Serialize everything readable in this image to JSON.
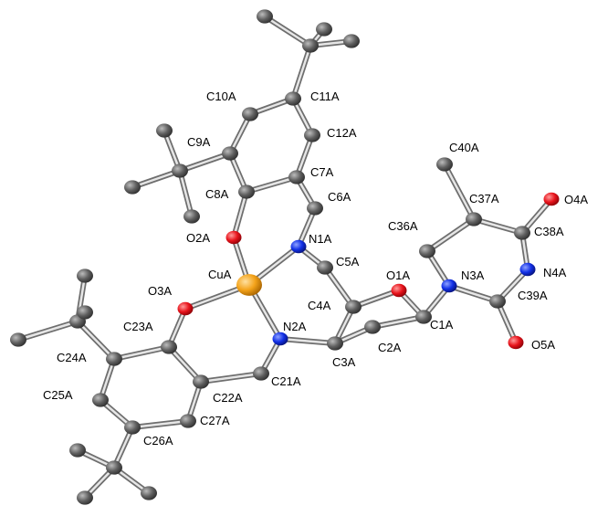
{
  "colors": {
    "background": "#ffffff",
    "carbon": "#606060",
    "oxygen": "#e8141c",
    "nitrogen": "#1230e6",
    "copper": "#f4a31a",
    "bond": "#8c8c8c",
    "label": "#000000"
  },
  "atoms": [
    {
      "id": "CuA",
      "element": "Cu",
      "label": "CuA"
    },
    {
      "id": "O2A",
      "element": "O",
      "label": "O2A"
    },
    {
      "id": "O3A",
      "element": "O",
      "label": "O3A"
    },
    {
      "id": "N1A",
      "element": "N",
      "label": "N1A"
    },
    {
      "id": "N2A",
      "element": "N",
      "label": "N2A"
    },
    {
      "id": "C6A",
      "element": "C",
      "label": "C6A"
    },
    {
      "id": "C7A",
      "element": "C",
      "label": "C7A"
    },
    {
      "id": "C8A",
      "element": "C",
      "label": "C8A"
    },
    {
      "id": "C9A",
      "element": "C",
      "label": "C9A"
    },
    {
      "id": "C10A",
      "element": "C",
      "label": "C10A"
    },
    {
      "id": "C11A",
      "element": "C",
      "label": "C11A"
    },
    {
      "id": "C12A",
      "element": "C",
      "label": "C12A"
    },
    {
      "id": "C5A",
      "element": "C",
      "label": "C5A"
    },
    {
      "id": "C4A",
      "element": "C",
      "label": "C4A"
    },
    {
      "id": "C3A",
      "element": "C",
      "label": "C3A"
    },
    {
      "id": "C2A",
      "element": "C",
      "label": "C2A"
    },
    {
      "id": "C1A",
      "element": "C",
      "label": "C1A"
    },
    {
      "id": "O1A",
      "element": "O",
      "label": "O1A"
    },
    {
      "id": "N3A",
      "element": "N",
      "label": "N3A"
    },
    {
      "id": "C36A",
      "element": "C",
      "label": "C36A"
    },
    {
      "id": "C37A",
      "element": "C",
      "label": "C37A"
    },
    {
      "id": "C40A",
      "element": "C",
      "label": "C40A"
    },
    {
      "id": "C38A",
      "element": "C",
      "label": "C38A"
    },
    {
      "id": "O4A",
      "element": "O",
      "label": "O4A"
    },
    {
      "id": "N4A",
      "element": "N",
      "label": "N4A"
    },
    {
      "id": "C39A",
      "element": "C",
      "label": "C39A"
    },
    {
      "id": "O5A",
      "element": "O",
      "label": "O5A"
    },
    {
      "id": "C21A",
      "element": "C",
      "label": "C21A"
    },
    {
      "id": "C22A",
      "element": "C",
      "label": "C22A"
    },
    {
      "id": "C23A",
      "element": "C",
      "label": "C23A"
    },
    {
      "id": "C24A",
      "element": "C",
      "label": "C24A"
    },
    {
      "id": "C25A",
      "element": "C",
      "label": "C25A"
    },
    {
      "id": "C26A",
      "element": "C",
      "label": "C26A"
    },
    {
      "id": "C27A",
      "element": "C",
      "label": "C27A"
    },
    {
      "id": "tbuA_q",
      "element": "C",
      "label": ""
    },
    {
      "id": "tbuA_m1",
      "element": "C",
      "label": ""
    },
    {
      "id": "tbuA_m2",
      "element": "C",
      "label": ""
    },
    {
      "id": "tbuA_m3",
      "element": "C",
      "label": ""
    },
    {
      "id": "tbuB_q",
      "element": "C",
      "label": ""
    },
    {
      "id": "tbuB_m1",
      "element": "C",
      "label": ""
    },
    {
      "id": "tbuB_m2",
      "element": "C",
      "label": ""
    },
    {
      "id": "tbuB_m3",
      "element": "C",
      "label": ""
    },
    {
      "id": "tbuC_q",
      "element": "C",
      "label": ""
    },
    {
      "id": "tbuC_m1",
      "element": "C",
      "label": ""
    },
    {
      "id": "tbuC_m2",
      "element": "C",
      "label": ""
    },
    {
      "id": "tbuC_m3",
      "element": "C",
      "label": ""
    },
    {
      "id": "tbuD_q",
      "element": "C",
      "label": ""
    },
    {
      "id": "tbuD_m1",
      "element": "C",
      "label": ""
    },
    {
      "id": "tbuD_m2",
      "element": "C",
      "label": ""
    },
    {
      "id": "tbuD_m3",
      "element": "C",
      "label": ""
    }
  ],
  "bonds": [
    [
      "CuA",
      "O2A"
    ],
    [
      "CuA",
      "O3A"
    ],
    [
      "CuA",
      "N1A"
    ],
    [
      "CuA",
      "N2A"
    ],
    [
      "O2A",
      "C8A"
    ],
    [
      "C8A",
      "C7A"
    ],
    [
      "C8A",
      "C9A"
    ],
    [
      "C9A",
      "C10A"
    ],
    [
      "C10A",
      "C11A"
    ],
    [
      "C11A",
      "C12A"
    ],
    [
      "C12A",
      "C7A"
    ],
    [
      "C7A",
      "C6A"
    ],
    [
      "C6A",
      "N1A"
    ],
    [
      "N1A",
      "C5A"
    ],
    [
      "C5A",
      "C4A"
    ],
    [
      "C4A",
      "C3A"
    ],
    [
      "C4A",
      "O1A"
    ],
    [
      "O1A",
      "C1A"
    ],
    [
      "C1A",
      "C2A"
    ],
    [
      "C2A",
      "C3A"
    ],
    [
      "C3A",
      "N2A"
    ],
    [
      "C1A",
      "N3A"
    ],
    [
      "N3A",
      "C36A"
    ],
    [
      "C36A",
      "C37A"
    ],
    [
      "C37A",
      "C40A"
    ],
    [
      "C37A",
      "C38A"
    ],
    [
      "C38A",
      "O4A"
    ],
    [
      "C38A",
      "N4A"
    ],
    [
      "N4A",
      "C39A"
    ],
    [
      "C39A",
      "N3A"
    ],
    [
      "C39A",
      "O5A"
    ],
    [
      "N2A",
      "C21A"
    ],
    [
      "C21A",
      "C22A"
    ],
    [
      "C22A",
      "C23A"
    ],
    [
      "C23A",
      "O3A"
    ],
    [
      "C23A",
      "C24A"
    ],
    [
      "C24A",
      "C25A"
    ],
    [
      "C25A",
      "C26A"
    ],
    [
      "C26A",
      "C27A"
    ],
    [
      "C27A",
      "C22A"
    ],
    [
      "C11A",
      "tbuA_q"
    ],
    [
      "tbuA_q",
      "tbuA_m1"
    ],
    [
      "tbuA_q",
      "tbuA_m2"
    ],
    [
      "tbuA_q",
      "tbuA_m3"
    ],
    [
      "C9A",
      "tbuB_q"
    ],
    [
      "tbuB_q",
      "tbuB_m1"
    ],
    [
      "tbuB_q",
      "tbuB_m2"
    ],
    [
      "tbuB_q",
      "tbuB_m3"
    ],
    [
      "C24A",
      "tbuC_q"
    ],
    [
      "tbuC_q",
      "tbuC_m1"
    ],
    [
      "tbuC_q",
      "tbuC_m2"
    ],
    [
      "tbuC_q",
      "tbuC_m3"
    ],
    [
      "C26A",
      "tbuD_q"
    ],
    [
      "tbuD_q",
      "tbuD_m1"
    ],
    [
      "tbuD_q",
      "tbuD_m2"
    ],
    [
      "tbuD_q",
      "tbuD_m3"
    ]
  ]
}
